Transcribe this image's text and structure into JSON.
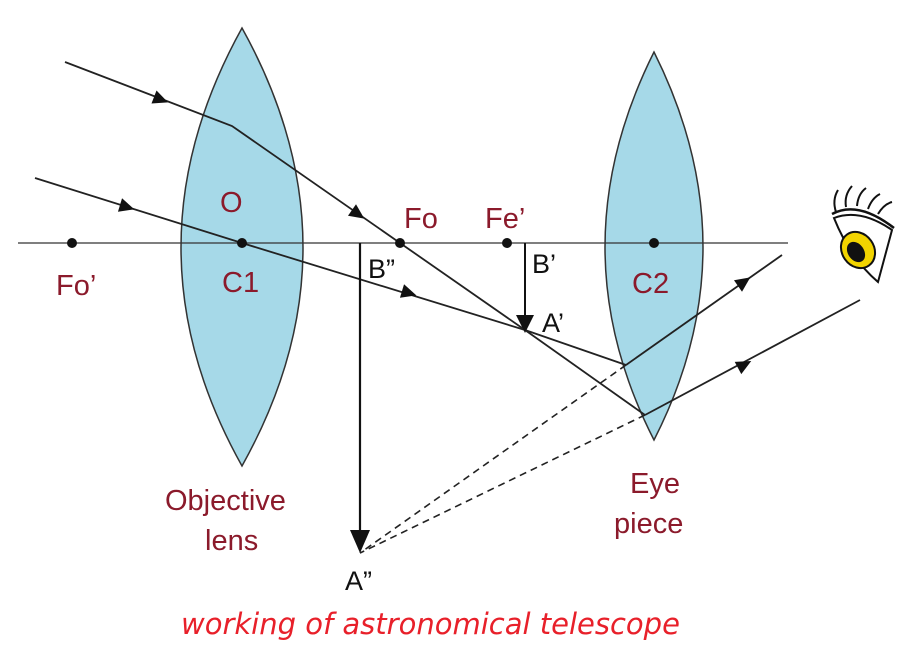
{
  "caption": "working of astronomical telescope",
  "labels": {
    "fo_prime": "Fo’",
    "o": "O",
    "c1": "C1",
    "fo": "Fo",
    "fe_prime": "Fe’",
    "b_prime": "B’",
    "b_double_prime": "B”",
    "a_prime": "A’",
    "a_double_prime": "A”",
    "c2": "C2"
  },
  "lens_labels": {
    "objective_line1": "Objective",
    "objective_line2": "lens",
    "eyepiece_line1": "Eye",
    "eyepiece_line2": "piece"
  },
  "colors": {
    "lens_fill": "#A6D9E8",
    "label": "#8B1A2B",
    "caption": "#E8202A",
    "eye_iris": "#F2D400"
  },
  "icons": [
    "eye-icon"
  ]
}
